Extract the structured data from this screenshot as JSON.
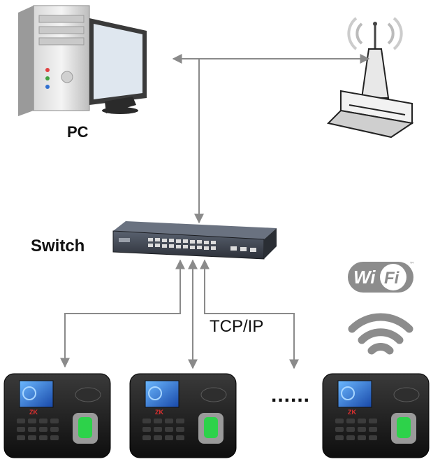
{
  "labels": {
    "pc": "PC",
    "switch": "Switch",
    "protocol": "TCP/IP",
    "ellipsis": "......"
  },
  "wifi_logo": {
    "text_wi": "Wi",
    "text_fi": "Fi",
    "trademark": "™"
  },
  "terminals": [
    {
      "id": "terminal-1",
      "brand": "ZK"
    },
    {
      "id": "terminal-2",
      "brand": "ZK"
    },
    {
      "id": "terminal-3",
      "brand": "ZK"
    }
  ],
  "icons": [
    "pc-tower-icon",
    "monitor-icon",
    "wireless-router-icon",
    "network-switch-icon",
    "wifi-logo-icon",
    "wifi-signal-icon",
    "attendance-terminal-icon"
  ],
  "colors": {
    "connector": "#8a8a8a",
    "wifi_gray": "#8c8c8c",
    "terminal_body": "#1e1e1e",
    "screen_blue": "#1f6fc9"
  }
}
